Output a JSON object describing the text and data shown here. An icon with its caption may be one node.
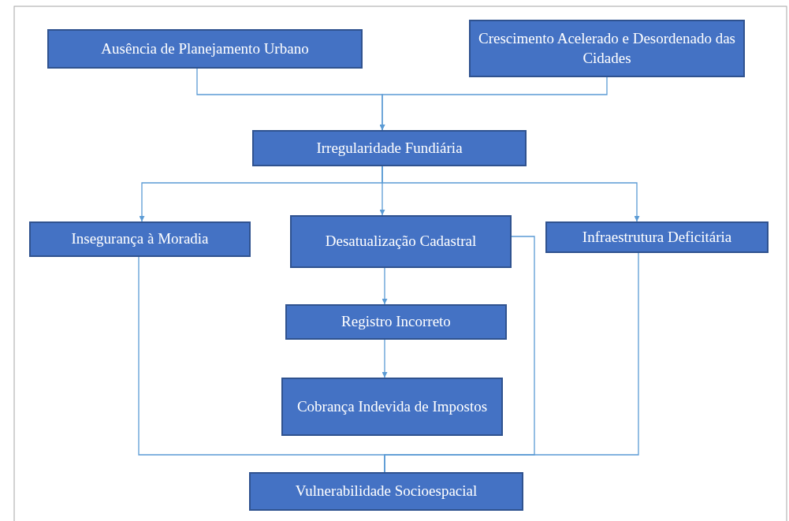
{
  "diagram": {
    "nodes": [
      {
        "text": [
          "Ausência de Planejamento Urbano"
        ]
      },
      {
        "text": [
          "Crescimento Acelerado e Desordenado das Cidades"
        ]
      },
      {
        "text": [
          "Irregularidade Fundiária"
        ]
      },
      {
        "text": [
          "Insegurança à Moradia"
        ]
      },
      {
        "text": [
          "Desatualização Cadastral"
        ]
      },
      {
        "text": [
          "Infraestrutura Deficitária"
        ]
      },
      {
        "text": [
          "Registro Incorreto"
        ]
      },
      {
        "text": [
          "Cobrança Indevida de Impostos"
        ]
      },
      {
        "text": [
          "Vulnerabilidade Socioespacial"
        ]
      }
    ],
    "edges": [
      {
        "from": 0,
        "to": 2,
        "arrow": "to"
      },
      {
        "from": 1,
        "to": 2,
        "arrow": "to"
      },
      {
        "from": 2,
        "to": 3,
        "arrow": "to"
      },
      {
        "from": 2,
        "to": 4,
        "arrow": "to"
      },
      {
        "from": 2,
        "to": 5,
        "arrow": "to"
      },
      {
        "from": 4,
        "to": 6,
        "arrow": "to"
      },
      {
        "from": 6,
        "to": 7,
        "arrow": "to"
      },
      {
        "from": 3,
        "to": 8,
        "arrow": "none"
      },
      {
        "from": 4,
        "to": 8,
        "arrow": "none"
      },
      {
        "from": 5,
        "to": 8,
        "arrow": "none"
      }
    ]
  }
}
